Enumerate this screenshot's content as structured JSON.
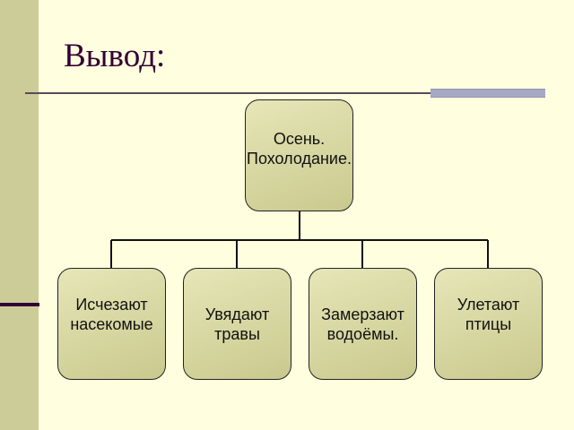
{
  "slide": {
    "title": "Вывод:"
  },
  "diagram": {
    "root": {
      "label": "Осень.\nПохолодание."
    },
    "children": [
      {
        "label": "Исчезают\nнасекомые"
      },
      {
        "label": "Увядают\nтравы"
      },
      {
        "label": "Замерзают\nводоёмы."
      },
      {
        "label": "Улетают\nптицы"
      }
    ]
  },
  "colors": {
    "background": "#FFFFE0",
    "side_band": "#CCCC99",
    "title": "#330033",
    "node_fill": "#D6D6A6",
    "accent_bar": "#A7A9C4"
  }
}
